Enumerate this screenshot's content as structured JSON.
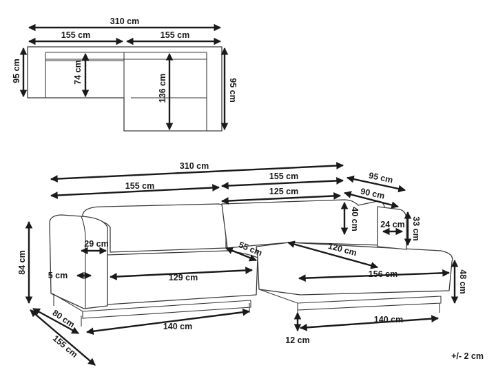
{
  "top_view": {
    "total_width": "310 cm",
    "left_width": "155 cm",
    "right_width": "155 cm",
    "depth": "95 cm",
    "inner_depth": "74 cm",
    "chaise_depth": "136 cm",
    "right_depth": "95 cm"
  },
  "front_view": {
    "total_width": "310 cm",
    "left_section": "155 cm",
    "right_section": "155 cm",
    "right_back": "125 cm",
    "chaise_width": "95 cm",
    "chaise_inner": "90 cm",
    "back_height": "40 cm",
    "armrest_depth": "24 cm",
    "armrest_height": "33 cm",
    "arm_width": "29 cm",
    "corner_depth": "55 cm",
    "chaise_seat": "120 cm",
    "total_height": "84 cm",
    "leg_inset": "5 cm",
    "seat_width": "129 cm",
    "chaise_length": "156 cm",
    "seat_height": "48 cm",
    "depth": "80 cm",
    "side_length": "155 cm",
    "base_left": "140 cm",
    "base_right": "140 cm",
    "leg_height": "12 cm"
  },
  "tolerance": "+/- 2 cm"
}
